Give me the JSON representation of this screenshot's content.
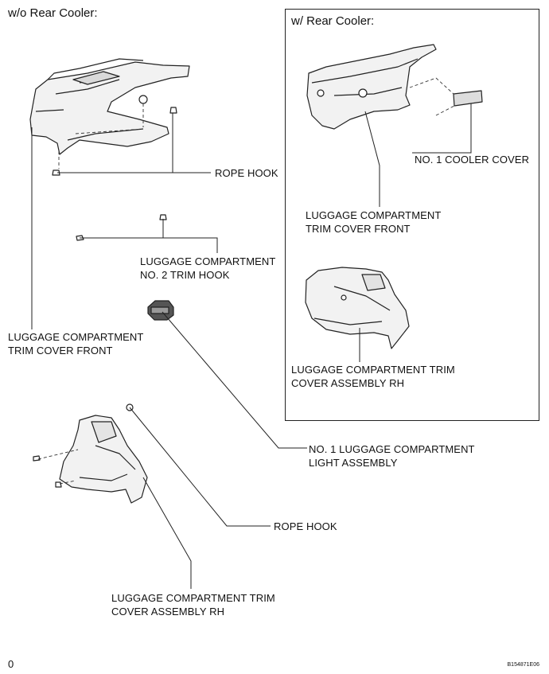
{
  "headers": {
    "without": "w/o Rear Cooler:",
    "with": "w/ Rear Cooler:"
  },
  "labels": {
    "rope_hook_top": "ROPE HOOK",
    "no2_trim_hook": [
      "LUGGAGE COMPARTMENT",
      "NO. 2 TRIM HOOK"
    ],
    "trim_cover_front_left": [
      "LUGGAGE COMPARTMENT",
      "TRIM COVER FRONT"
    ],
    "cooler_cover": "NO. 1 COOLER COVER",
    "trim_cover_front_right": [
      "LUGGAGE COMPARTMENT",
      "TRIM COVER FRONT"
    ],
    "trim_cover_rh_right": [
      "LUGGAGE COMPARTMENT TRIM",
      "COVER ASSEMBLY RH"
    ],
    "light_assembly": [
      "NO. 1 LUGGAGE COMPARTMENT",
      "LIGHT ASSEMBLY"
    ],
    "rope_hook_bottom": "ROPE HOOK",
    "trim_cover_rh_left": [
      "LUGGAGE COMPARTMENT TRIM",
      "COVER ASSEMBLY RH"
    ]
  },
  "footer": {
    "page_mark": "0",
    "figure_code": "B154871E06"
  }
}
